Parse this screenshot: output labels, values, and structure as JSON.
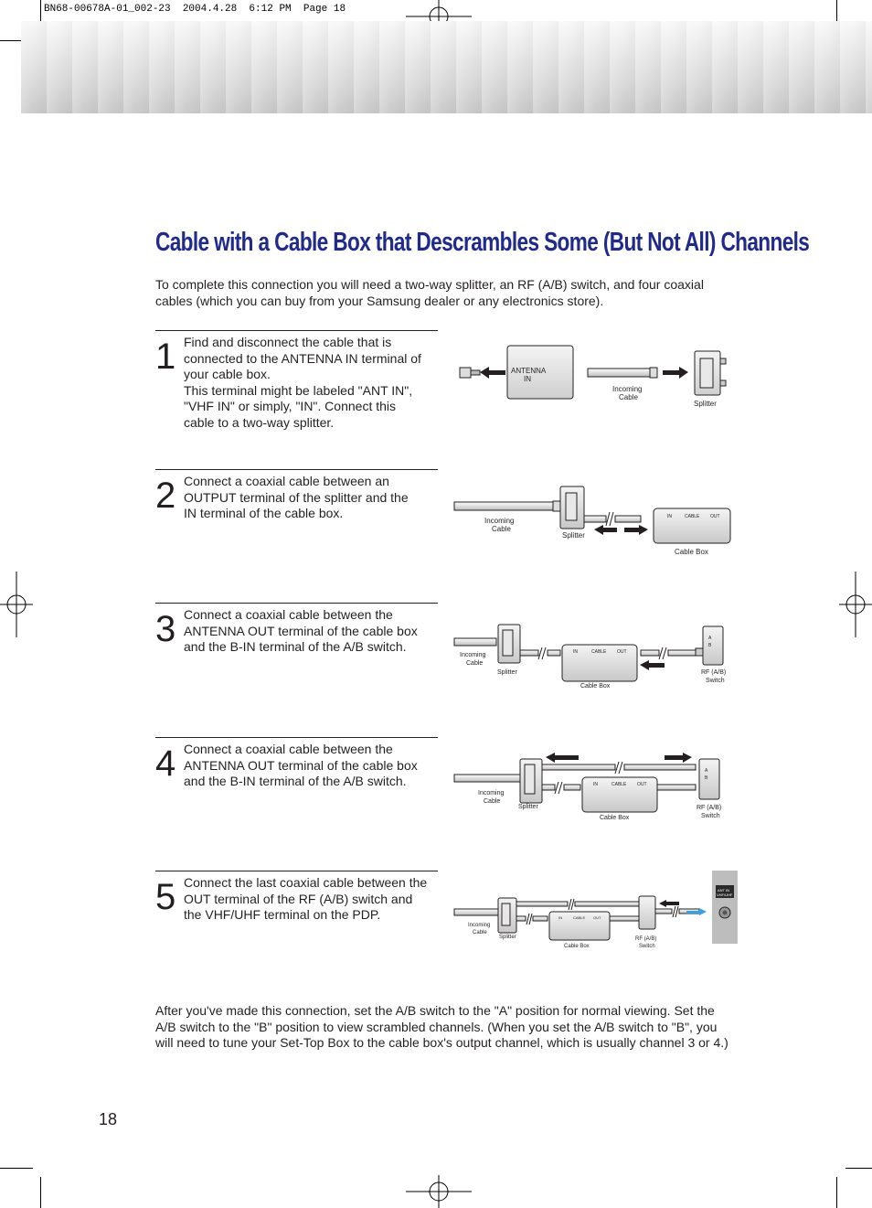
{
  "slug": "BN68-00678A-01_002-23  2004.4.28  6:12 PM  Page 18",
  "title": "Cable with a Cable Box that Descrambles Some (But Not All) Channels",
  "intro": "To complete this connection you will need a two-way splitter, an RF (A/B) switch, and four coaxial cables (which you can buy from your Samsung dealer or any electronics store).",
  "steps": [
    {
      "number": "1",
      "lines": [
        "Find and disconnect the cable that is",
        "connected to the ANTENNA IN terminal of",
        "your cable box.",
        "This terminal might be labeled \"ANT IN\",",
        "\"VHF IN\" or simply, \"IN\". Connect this",
        "cable to a two-way splitter."
      ]
    },
    {
      "number": "2",
      "lines": [
        "Connect a coaxial cable between an",
        "OUTPUT terminal of the splitter and the",
        "IN terminal of the cable box."
      ]
    },
    {
      "number": "3",
      "lines": [
        "Connect a coaxial cable between the",
        "ANTENNA OUT terminal of the cable box",
        "and the B-IN terminal of the A/B switch."
      ]
    },
    {
      "number": "4",
      "lines": [
        "Connect a coaxial cable between the",
        "ANTENNA OUT terminal of the cable box",
        "and the B-IN terminal of the A/B switch."
      ]
    },
    {
      "number": "5",
      "lines": [
        "Connect the last coaxial cable between the",
        "OUT terminal of the RF (A/B) switch and",
        "the VHF/UHF terminal on the PDP."
      ]
    }
  ],
  "figures": {
    "fig1": {
      "antenna_line1": "ANTENNA",
      "antenna_line2": "IN",
      "incoming_line1": "Incoming",
      "incoming_line2": "Cable",
      "splitter": "Splitter"
    },
    "fig2": {
      "incoming_line1": "Incoming",
      "incoming_line2": "Cable",
      "splitter": "Splitter",
      "box_in": "IN",
      "box_cable": "CABLE",
      "box_out": "OUT",
      "cable_box": "Cable Box"
    },
    "fig3": {
      "incoming_line1": "Incoming",
      "incoming_line2": "Cable",
      "splitter": "Splitter",
      "box_in": "IN",
      "box_cable": "CABLE",
      "box_out": "OUT",
      "cable_box": "Cable Box",
      "switch_a": "A",
      "switch_b": "B",
      "rf_line1": "RF (A/B)",
      "rf_line2": "Switch"
    },
    "fig4": {
      "incoming_line1": "Incoming",
      "incoming_line2": "Cable",
      "splitter": "Splitter",
      "box_in": "IN",
      "box_cable": "CABLE",
      "box_out": "OUT",
      "cable_box": "Cable Box",
      "switch_a": "A",
      "switch_b": "B",
      "rf_line1": "RF (A/B)",
      "rf_line2": "Switch"
    },
    "fig5": {
      "incoming_line1": "Incoming",
      "incoming_line2": "Cable",
      "splitter": "Splitter",
      "box_in": "IN",
      "box_cable": "CABLE",
      "box_out": "OUT",
      "cable_box": "Cable Box",
      "rf_line1": "RF (A/B)",
      "rf_line2": "Switch",
      "pdp_ant_line1": "ANT IN",
      "pdp_ant_line2": "VHF/UHF"
    }
  },
  "outro": "After you've made this connection, set the A/B switch to the \"A\" position for normal viewing. Set the A/B switch to the \"B\" position to view scrambled channels. (When you set the A/B switch to \"B\", you will need to tune your Set-Top Box to the cable box's output channel, which is usually channel 3 or 4.)",
  "page_number": "18",
  "colors": {
    "title": "#1f2a8c",
    "text": "#231f20",
    "highlight_arrow": "#3aa0e6"
  }
}
